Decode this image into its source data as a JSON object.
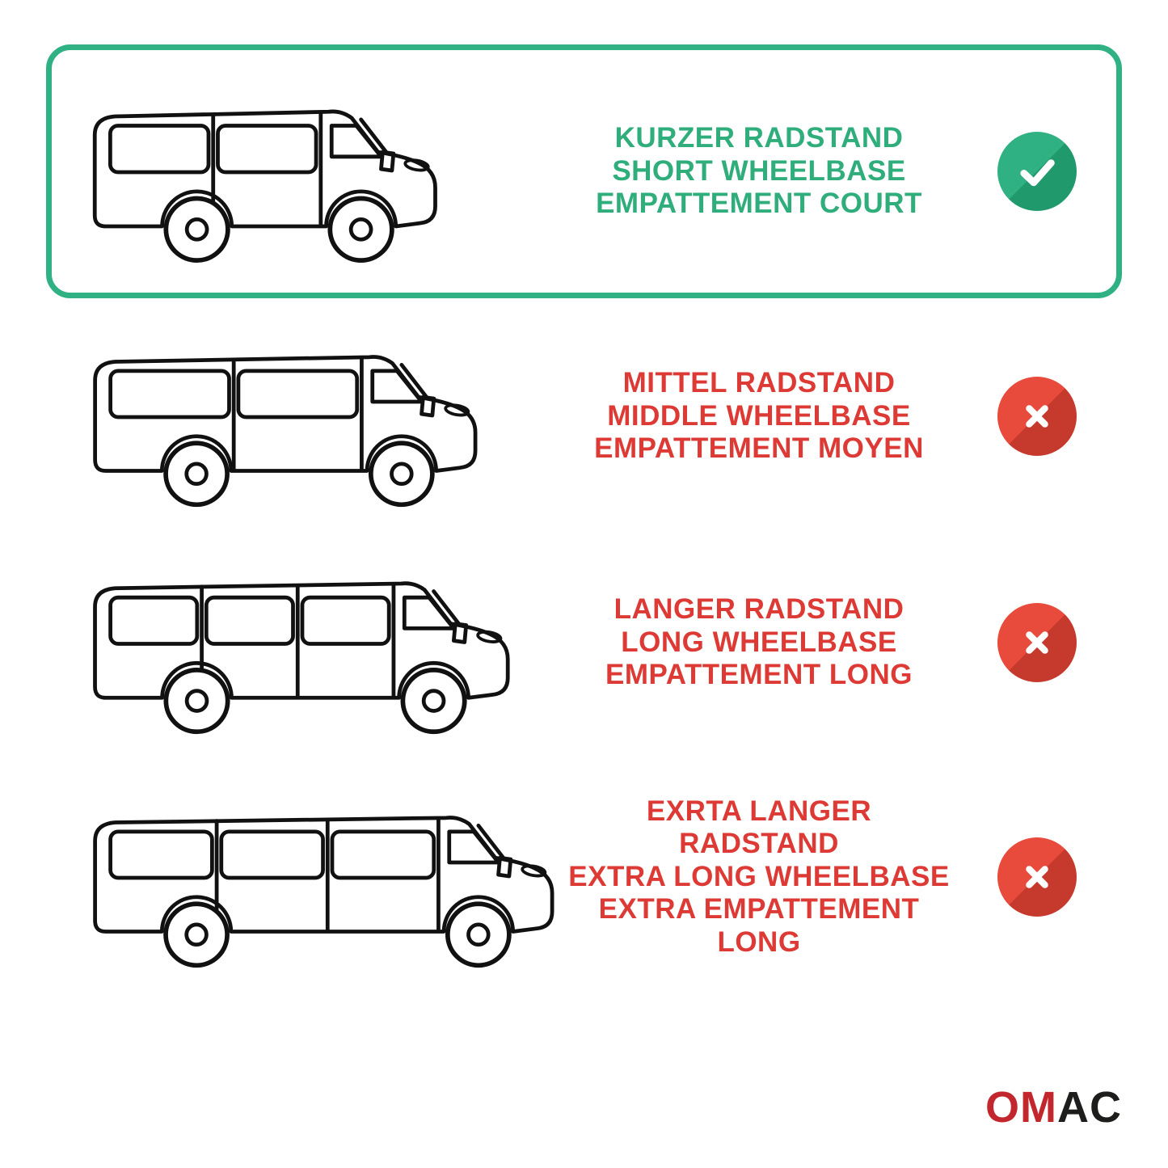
{
  "page": {
    "background": "#ffffff"
  },
  "colors": {
    "green": "#2fb183",
    "green_dark": "#209a6d",
    "text_green": "#2fae7c",
    "red": "#e84b3b",
    "red_dark": "#c63a2e",
    "text_red": "#de3a35",
    "logo_red": "#c1272d",
    "logo_dark": "#1d1d1b"
  },
  "rows": [
    {
      "id": "short-wheelbase",
      "status": "selected",
      "status_icon": "check-icon",
      "lines": [
        "KURZER RADSTAND",
        "SHORT WHEELBASE",
        "EMPATTEMENT COURT"
      ]
    },
    {
      "id": "middle-wheelbase",
      "status": "rejected",
      "status_icon": "x-icon",
      "lines": [
        "MITTEL RADSTAND",
        "MIDDLE WHEELBASE",
        "EMPATTEMENT MOYEN"
      ]
    },
    {
      "id": "long-wheelbase",
      "status": "rejected",
      "status_icon": "x-icon",
      "lines": [
        "LANGER RADSTAND",
        "LONG WHEELBASE",
        "EMPATTEMENT LONG"
      ]
    },
    {
      "id": "extra-long-wheelbase",
      "status": "rejected",
      "status_icon": "x-icon",
      "lines": [
        "EXRTA LANGER RADSTAND",
        "EXTRA LONG WHEELBASE",
        "EXTRA EMPATTEMENT LONG"
      ]
    }
  ],
  "logo": {
    "name": "OMAC",
    "red_part": "OM",
    "dark_part": "AC"
  }
}
